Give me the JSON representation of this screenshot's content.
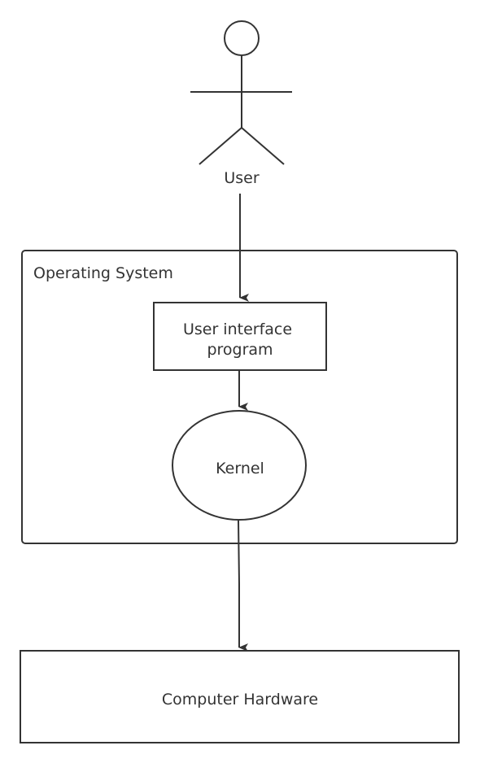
{
  "diagram": {
    "actor": {
      "label": "User"
    },
    "container": {
      "label": "Operating System"
    },
    "nodes": {
      "ui_program": {
        "line1": "User interface",
        "line2": "program"
      },
      "kernel": {
        "label": "Kernel"
      },
      "hardware": {
        "label": "Computer Hardware"
      }
    },
    "edges": [
      {
        "from": "User",
        "to": "User interface program"
      },
      {
        "from": "User interface program",
        "to": "Kernel"
      },
      {
        "from": "Kernel",
        "to": "Computer Hardware"
      }
    ]
  }
}
